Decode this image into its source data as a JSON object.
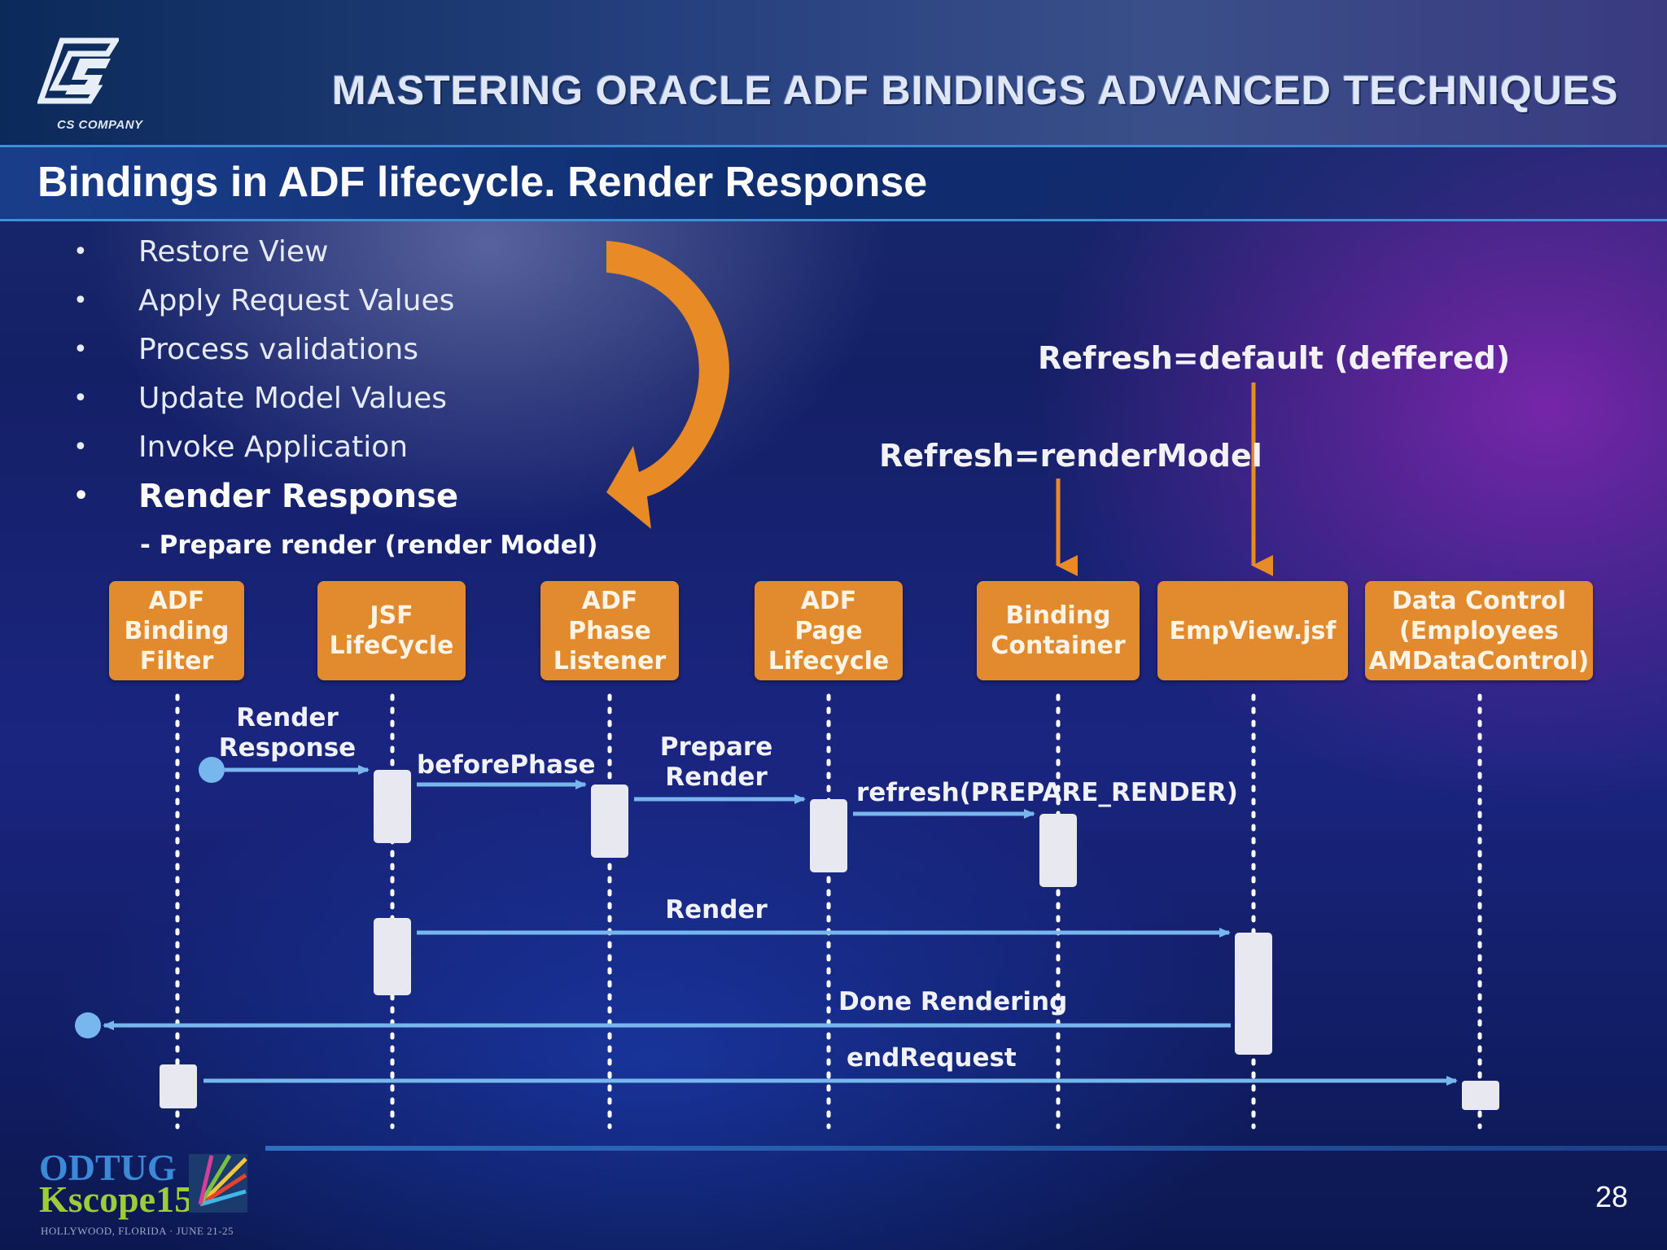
{
  "header": {
    "logo_text": "CS COMPANY",
    "title": "MASTERING ORACLE ADF BINDINGS ADVANCED TECHNIQUES"
  },
  "slide": {
    "subtitle": "Bindings in ADF lifecycle. Render Response",
    "bullets": [
      {
        "text": "Restore View",
        "bold": false
      },
      {
        "text": "Apply Request Values",
        "bold": false
      },
      {
        "text": "Process validations",
        "bold": false
      },
      {
        "text": "Update Model Values",
        "bold": false
      },
      {
        "text": "Invoke Application",
        "bold": false
      },
      {
        "text": "Render Response",
        "bold": true
      }
    ],
    "bullet_sub": "- Prepare render (render Model)",
    "bullet_symbol": "•",
    "page_number": "28"
  },
  "notes": {
    "refresh_default": "Refresh=default (deffered)",
    "refresh_render_model": "Refresh=renderModel"
  },
  "participants": [
    {
      "id": "adf-binding-filter",
      "label": "ADF\nBinding\nFilter"
    },
    {
      "id": "jsf-lifecycle",
      "label": "JSF\nLifeCycle"
    },
    {
      "id": "adf-phase-listener",
      "label": "ADF\nPhase\nListener"
    },
    {
      "id": "adf-page-lifecycle",
      "label": "ADF\nPage\nLifecycle"
    },
    {
      "id": "binding-container",
      "label": "Binding\nContainer"
    },
    {
      "id": "empview-jsf",
      "label": "EmpView.jsf"
    },
    {
      "id": "data-control",
      "label": "Data Control\n(Employees\nAMDataControl)"
    }
  ],
  "messages": {
    "render_response": "Render\nResponse",
    "before_phase": "beforePhase",
    "prepare_render": "Prepare\nRender",
    "refresh_prepare_render": "refresh(PREPARE_RENDER)",
    "render": "Render",
    "done_rendering": "Done Rendering",
    "end_request": "endRequest"
  },
  "colors": {
    "box": "#e18a2e",
    "arrow_orange": "#e88a25",
    "message_arrow": "#78b6ee",
    "activation": "#e8e8f0"
  },
  "footer": {
    "brand_1": "ODTUG",
    "brand_2": "Kscope15",
    "brand_sub": "HOLLYWOOD, FLORIDA · JUNE 21-25"
  }
}
